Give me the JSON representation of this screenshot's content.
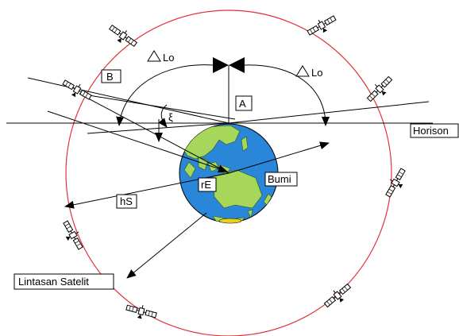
{
  "labels": {
    "delta_lo_left": "Lo",
    "delta_lo_right": "Lo",
    "point_b": "B",
    "point_a": "A",
    "horizon": "Horison",
    "earth": "Bumi",
    "earth_radius": "rE",
    "satellite_height": "hS",
    "satellite_orbit": "Lintasan Satelit",
    "elevation_angle": "ξ"
  },
  "colors": {
    "orbit": "#e0323a",
    "ocean": "#2a86d8",
    "land": "#a6d65a",
    "line": "#000000"
  },
  "icons": [
    "satellite-icon",
    "earth-globe-icon",
    "triangle-symbol-icon",
    "bowtie-satellite-icon"
  ]
}
